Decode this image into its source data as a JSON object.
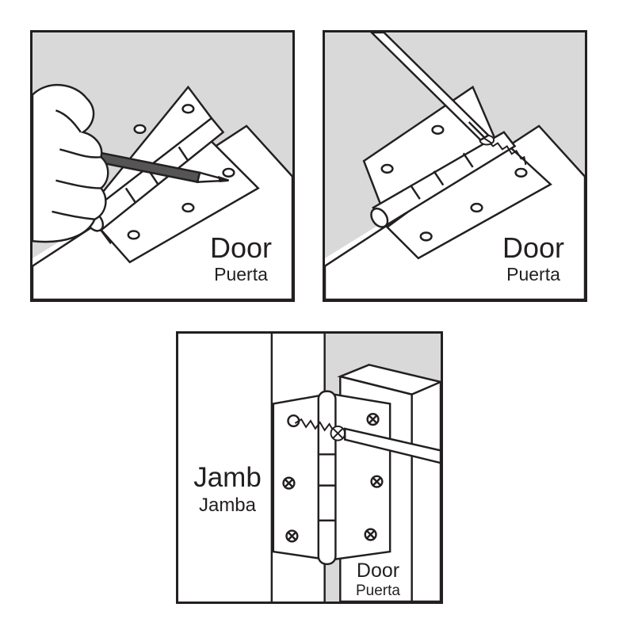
{
  "colors": {
    "ink": "#231f20",
    "wall_gray": "#d9d9d9",
    "paper": "#ffffff"
  },
  "panels": [
    {
      "step": "mark-holes",
      "labels": [
        {
          "primary": "Door",
          "secondary": "Puerta"
        }
      ],
      "icons": [
        "hand-icon",
        "pencil-icon",
        "hinge-icon"
      ]
    },
    {
      "step": "drive-screws-into-door",
      "labels": [
        {
          "primary": "Door",
          "secondary": "Puerta"
        }
      ],
      "icons": [
        "screwdriver-icon",
        "screw-icon",
        "hinge-icon"
      ]
    },
    {
      "step": "attach-to-jamb",
      "labels": [
        {
          "primary": "Jamb",
          "secondary": "Jamba"
        },
        {
          "primary": "Door",
          "secondary": "Puerta"
        }
      ],
      "icons": [
        "screwdriver-icon",
        "screw-icon",
        "hinge-icon"
      ]
    }
  ]
}
